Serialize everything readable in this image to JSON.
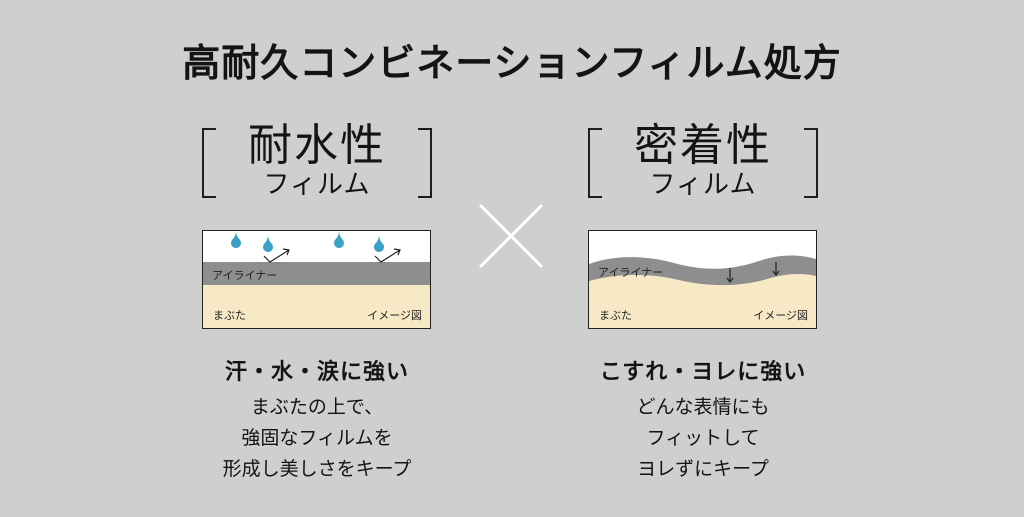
{
  "title": "高耐久コンビネーションフィルム処方",
  "left": {
    "heading_main": "耐水性",
    "heading_sub": "フィルム",
    "diagram": {
      "liner_label": "アイライナー",
      "lid_label": "まぶた",
      "image_label": "イメージ図"
    },
    "benefit": "汗・水・涙に強い",
    "description": [
      "まぶたの上で、",
      "強固なフィルムを",
      "形成し美しさをキープ"
    ]
  },
  "right": {
    "heading_main": "密着性",
    "heading_sub": "フィルム",
    "diagram": {
      "liner_label": "アイライナー",
      "lid_label": "まぶた",
      "image_label": "イメージ図"
    },
    "benefit": "こすれ・ヨレに強い",
    "description": [
      "どんな表情にも",
      "フィットして",
      "ヨレずにキープ"
    ]
  },
  "colors": {
    "background": "#cfcfcf",
    "liner": "#8e8e8e",
    "eyelid": "#f7e9c6",
    "water_drop": "#3aa0c8",
    "diagram_bg": "#ffffff"
  },
  "icons": {
    "combine": "cross-icon",
    "water": "water-drop-icon",
    "deflect": "deflect-arrow-icon",
    "press": "down-arrow-icon"
  }
}
